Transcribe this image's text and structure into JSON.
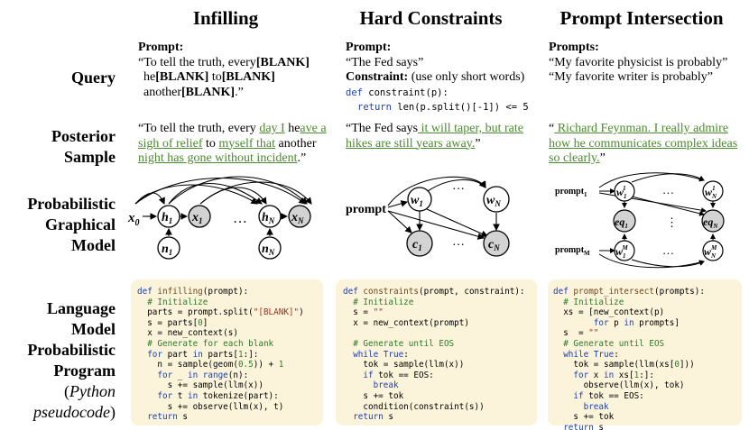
{
  "columns": [
    {
      "title": "Infilling"
    },
    {
      "title": "Hard Constraints"
    },
    {
      "title": "Prompt Intersection"
    }
  ],
  "rows": {
    "query": "Query",
    "posterior_1": "Posterior",
    "posterior_2": "Sample",
    "pgm_1": "Probabilistic",
    "pgm_2": "Graphical",
    "pgm_3": "Model",
    "lm_1": "Language",
    "lm_2": "Model",
    "lm_3": "Probabilistic",
    "lm_4": "Program",
    "lm_5_open": "(",
    "lm_5_it": "Python",
    "lm_6": "pseudocode",
    "lm_6_close": ")"
  },
  "query": {
    "infilling": {
      "label": "Prompt:",
      "l1_a": "“To tell the truth, every",
      "l1_b": "[BLANK]",
      "l2_a": "he",
      "l2_b": "[BLANK]",
      "l2_c": " to",
      "l2_d": "[BLANK]",
      "l3_a": "another",
      "l3_b": "[BLANK]",
      "l3_c": ".”"
    },
    "constraints": {
      "label": "Prompt:",
      "prompt": "“The Fed says”",
      "c_label": "Constraint:",
      "c_text": " (use only short words)",
      "code1_kw": "def",
      "code1_rest": " constraint(p):",
      "code2_kw": "return",
      "code2_rest": " len(p.split()[-1]) <= 5"
    },
    "intersection": {
      "label": "Prompts:",
      "p1": "“My favorite physicist is probably”",
      "p2": "“My favorite writer is probably”"
    }
  },
  "posterior": {
    "infilling": {
      "l1_a": "“To tell the truth, every ",
      "l1_g1": "day I",
      "l1_b": " he",
      "l1_g2": "ave a",
      "l2_g1": "sigh of relief",
      "l2_a": " to ",
      "l2_g2": "myself that",
      "l2_b": " another",
      "l3_g": "night has gone without incident",
      "l3_b": ".”"
    },
    "constraints": {
      "l1_a": "“The Fed says",
      "l1_g": " it will taper, but rate",
      "l2_g": "hikes are still years away.",
      "l2_b": "”"
    },
    "intersection": {
      "l1_a": "“",
      "l1_g": " Richard Feynman. I really admire",
      "l2_g": "how he communicates complex ideas",
      "l3_g": "so clearly.",
      "l3_b": "”"
    }
  },
  "pgm": {
    "infilling": {
      "x0": "x",
      "x0_sub": "0",
      "h1": "h",
      "h1_sub": "1",
      "x1": "x",
      "x1_sub": "1",
      "n1": "n",
      "n1_sub": "1",
      "dots": "…",
      "hN": "h",
      "hN_sub": "N",
      "xN": "x",
      "xN_sub": "N",
      "nN": "n",
      "nN_sub": "N"
    },
    "constraints": {
      "prompt": "prompt",
      "w1": "w",
      "w1_sub": "1",
      "wN": "w",
      "wN_sub": "N",
      "c1": "c",
      "c1_sub": "1",
      "cN": "c",
      "cN_sub": "N",
      "dots": "…"
    },
    "intersection": {
      "prompt1": "prompt",
      "prompt1_sub": "1",
      "promptM": "prompt",
      "promptM_sub": "M",
      "w": "w",
      "w11_sub": "1",
      "w11_sup": "1",
      "wN1_sub": "N",
      "wN1_sup": "1",
      "w1M_sub": "1",
      "w1M_sup": "M",
      "wNM_sub": "N",
      "wNM_sup": "M",
      "eq": "eq",
      "eq1_sub": "1",
      "eqN_sub": "N",
      "dots": "…",
      "vdots": "⋮"
    }
  },
  "code": {
    "infilling": [
      [
        [
          "kw",
          "def"
        ],
        [
          "blk",
          " "
        ],
        [
          "fn",
          "infilling"
        ],
        [
          "blk",
          "(prompt):"
        ]
      ],
      [
        [
          "blk",
          "  "
        ],
        [
          "cmt",
          "# Initialize"
        ]
      ],
      [
        [
          "blk",
          "  parts = prompt.split("
        ],
        [
          "str",
          "\"[BLANK]\""
        ],
        [
          "blk",
          ")"
        ]
      ],
      [
        [
          "blk",
          "  s = parts["
        ],
        [
          "num",
          "0"
        ],
        [
          "blk",
          "]"
        ]
      ],
      [
        [
          "blk",
          "  x = new_context(s)"
        ]
      ],
      [
        [
          "blk",
          "  "
        ],
        [
          "cmt",
          "# Generate for each blank"
        ]
      ],
      [
        [
          "blk",
          "  "
        ],
        [
          "kw",
          "for"
        ],
        [
          "blk",
          " part "
        ],
        [
          "kw",
          "in"
        ],
        [
          "blk",
          " parts["
        ],
        [
          "num",
          "1"
        ],
        [
          "blk",
          ":]:"
        ]
      ],
      [
        [
          "blk",
          "    n = sample(geom("
        ],
        [
          "num",
          "0.5"
        ],
        [
          "blk",
          ")) + "
        ],
        [
          "num",
          "1"
        ]
      ],
      [
        [
          "blk",
          "    "
        ],
        [
          "kw",
          "for"
        ],
        [
          "blk",
          " _ "
        ],
        [
          "kw",
          "in"
        ],
        [
          "blk",
          " "
        ],
        [
          "kw",
          "range"
        ],
        [
          "blk",
          "(n):"
        ]
      ],
      [
        [
          "blk",
          "      s += sample(llm(x))"
        ]
      ],
      [
        [
          "blk",
          "    "
        ],
        [
          "kw",
          "for"
        ],
        [
          "blk",
          " t "
        ],
        [
          "kw",
          "in"
        ],
        [
          "blk",
          " tokenize(part):"
        ]
      ],
      [
        [
          "blk",
          "      s += observe(llm(x), t)"
        ]
      ],
      [
        [
          "blk",
          "  "
        ],
        [
          "kw",
          "return"
        ],
        [
          "blk",
          " s"
        ]
      ]
    ],
    "constraints": [
      [
        [
          "kw",
          "def"
        ],
        [
          "blk",
          " "
        ],
        [
          "fn",
          "constraints"
        ],
        [
          "blk",
          "(prompt, constraint):"
        ]
      ],
      [
        [
          "blk",
          "  "
        ],
        [
          "cmt",
          "# Initialize"
        ]
      ],
      [
        [
          "blk",
          "  s = "
        ],
        [
          "str",
          "\"\""
        ]
      ],
      [
        [
          "blk",
          "  x = new_context(prompt)"
        ]
      ],
      [
        [
          "blk",
          ""
        ]
      ],
      [
        [
          "blk",
          "  "
        ],
        [
          "cmt",
          "# Generate until EOS"
        ]
      ],
      [
        [
          "blk",
          "  "
        ],
        [
          "kw",
          "while"
        ],
        [
          "blk",
          " "
        ],
        [
          "kw",
          "True"
        ],
        [
          "blk",
          ":"
        ]
      ],
      [
        [
          "blk",
          "    tok = sample(llm(x))"
        ]
      ],
      [
        [
          "blk",
          "    "
        ],
        [
          "kw",
          "if"
        ],
        [
          "blk",
          " tok == EOS:"
        ]
      ],
      [
        [
          "blk",
          "      "
        ],
        [
          "kw",
          "break"
        ]
      ],
      [
        [
          "blk",
          "    s += tok"
        ]
      ],
      [
        [
          "blk",
          "    condition(constraint(s))"
        ]
      ],
      [
        [
          "blk",
          "  "
        ],
        [
          "kw",
          "return"
        ],
        [
          "blk",
          " s"
        ]
      ]
    ],
    "intersection": [
      [
        [
          "kw",
          "def"
        ],
        [
          "blk",
          " "
        ],
        [
          "fn",
          "prompt_intersect"
        ],
        [
          "blk",
          "(prompts):"
        ]
      ],
      [
        [
          "blk",
          "  "
        ],
        [
          "cmt",
          "# Initialize"
        ]
      ],
      [
        [
          "blk",
          "  xs = [new_context(p)"
        ]
      ],
      [
        [
          "blk",
          "        "
        ],
        [
          "kw",
          "for"
        ],
        [
          "blk",
          " p "
        ],
        [
          "kw",
          "in"
        ],
        [
          "blk",
          " prompts]"
        ]
      ],
      [
        [
          "blk",
          "  s  = "
        ],
        [
          "str",
          "\"\""
        ]
      ],
      [
        [
          "blk",
          "  "
        ],
        [
          "cmt",
          "# Generate until EOS"
        ]
      ],
      [
        [
          "blk",
          "  "
        ],
        [
          "kw",
          "while"
        ],
        [
          "blk",
          " "
        ],
        [
          "kw",
          "True"
        ],
        [
          "blk",
          ":"
        ]
      ],
      [
        [
          "blk",
          "    tok = sample(llm(xs["
        ],
        [
          "num",
          "0"
        ],
        [
          "blk",
          "]))"
        ]
      ],
      [
        [
          "blk",
          "    "
        ],
        [
          "kw",
          "for"
        ],
        [
          "blk",
          " x "
        ],
        [
          "kw",
          "in"
        ],
        [
          "blk",
          " xs["
        ],
        [
          "num",
          "1"
        ],
        [
          "blk",
          ":]:"
        ]
      ],
      [
        [
          "blk",
          "      observe(llm(x), tok)"
        ]
      ],
      [
        [
          "blk",
          "    "
        ],
        [
          "kw",
          "if"
        ],
        [
          "blk",
          " tok == EOS:"
        ]
      ],
      [
        [
          "blk",
          "      "
        ],
        [
          "kw",
          "break"
        ]
      ],
      [
        [
          "blk",
          "    s += tok"
        ]
      ],
      [
        [
          "blk",
          "  "
        ],
        [
          "kw",
          "return"
        ],
        [
          "blk",
          " s"
        ]
      ]
    ]
  },
  "colors": {
    "code_bg": "#fbf3da",
    "keyword": "#1b3fb0",
    "string": "#a03020",
    "comment": "#2d7a2d",
    "highlight": "#4b8a2e",
    "node_fill": "#d3d3d3"
  }
}
